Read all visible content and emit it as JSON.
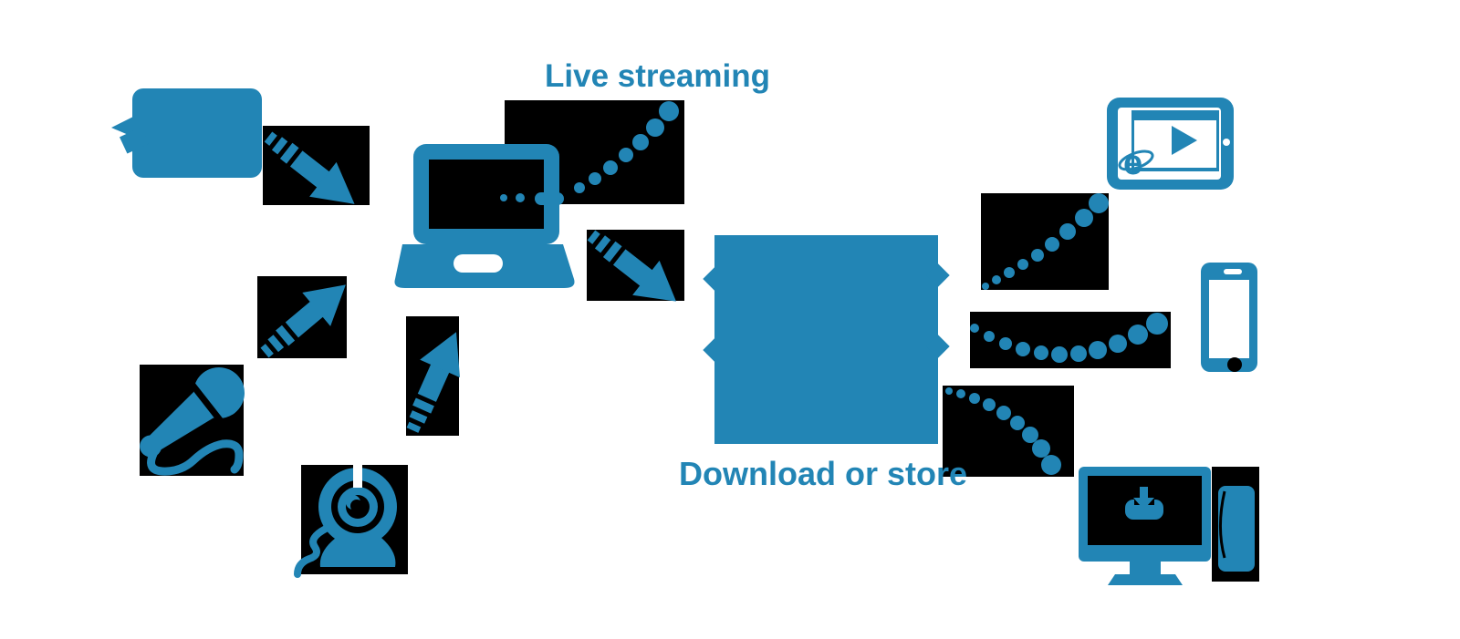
{
  "diagram": {
    "top_label": "Live streaming",
    "bottom_label": "Download or store",
    "ie_logo_text": "e",
    "accent_color": "#2285B5",
    "background_color": "#FFFFFF",
    "placeholder_block_color": "#000000",
    "nodes": {
      "sources": [
        "video-camera-icon",
        "microphone-icon",
        "webcam-icon"
      ],
      "encoder": "laptop-icon",
      "server": "streaming-server-box",
      "clients": [
        "tablet-icon",
        "smartphone-icon",
        "desktop-computer-icon"
      ],
      "connectors": [
        "striped-arrow-icon",
        "dotted-arc-icon"
      ]
    }
  }
}
